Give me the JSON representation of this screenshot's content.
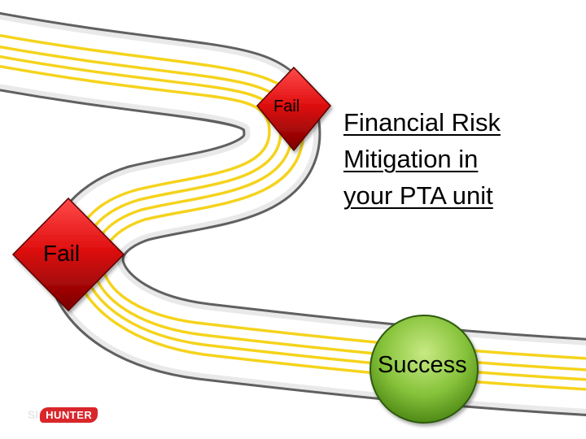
{
  "title_lines": [
    "Financial Risk",
    "Mitigation in",
    "your PTA unit"
  ],
  "milestones": {
    "fail_top": "Fail",
    "fail_left": "Fail",
    "success": "Success"
  },
  "logo": {
    "prefix": "Sli",
    "brand": "HUNTER"
  },
  "colors": {
    "road": "#ffffff",
    "road_edge": "#555555",
    "lane_lines": "#f5d31c",
    "fail_diamond": "#cc0a0a",
    "success_circle": "#8dc63f"
  }
}
